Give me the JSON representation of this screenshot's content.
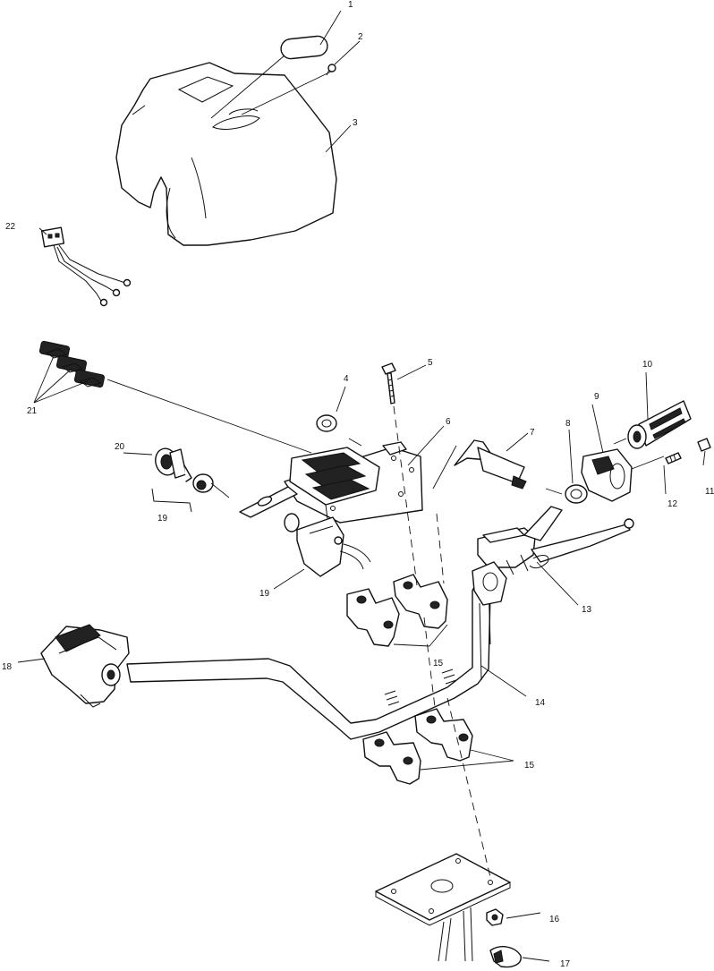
{
  "callouts": [
    {
      "id": "c1",
      "text": "1"
    },
    {
      "id": "c2",
      "text": "2"
    },
    {
      "id": "c3",
      "text": "3"
    },
    {
      "id": "c4",
      "text": "4"
    },
    {
      "id": "c5",
      "text": "5"
    },
    {
      "id": "c6",
      "text": "6"
    },
    {
      "id": "c7",
      "text": "7"
    },
    {
      "id": "c8",
      "text": "8"
    },
    {
      "id": "c9",
      "text": "9"
    },
    {
      "id": "c10",
      "text": "10"
    },
    {
      "id": "c11",
      "text": "11"
    },
    {
      "id": "c12",
      "text": "12"
    },
    {
      "id": "c13",
      "text": "13"
    },
    {
      "id": "c14",
      "text": "14"
    },
    {
      "id": "c15a",
      "text": "15"
    },
    {
      "id": "c15b",
      "text": "15"
    },
    {
      "id": "c16",
      "text": "16"
    },
    {
      "id": "c17",
      "text": "17"
    },
    {
      "id": "c18",
      "text": "18"
    },
    {
      "id": "c19a",
      "text": "19"
    },
    {
      "id": "c19b",
      "text": "19"
    },
    {
      "id": "c20",
      "text": "20"
    },
    {
      "id": "c21",
      "text": "21"
    },
    {
      "id": "c22",
      "text": "22"
    }
  ]
}
